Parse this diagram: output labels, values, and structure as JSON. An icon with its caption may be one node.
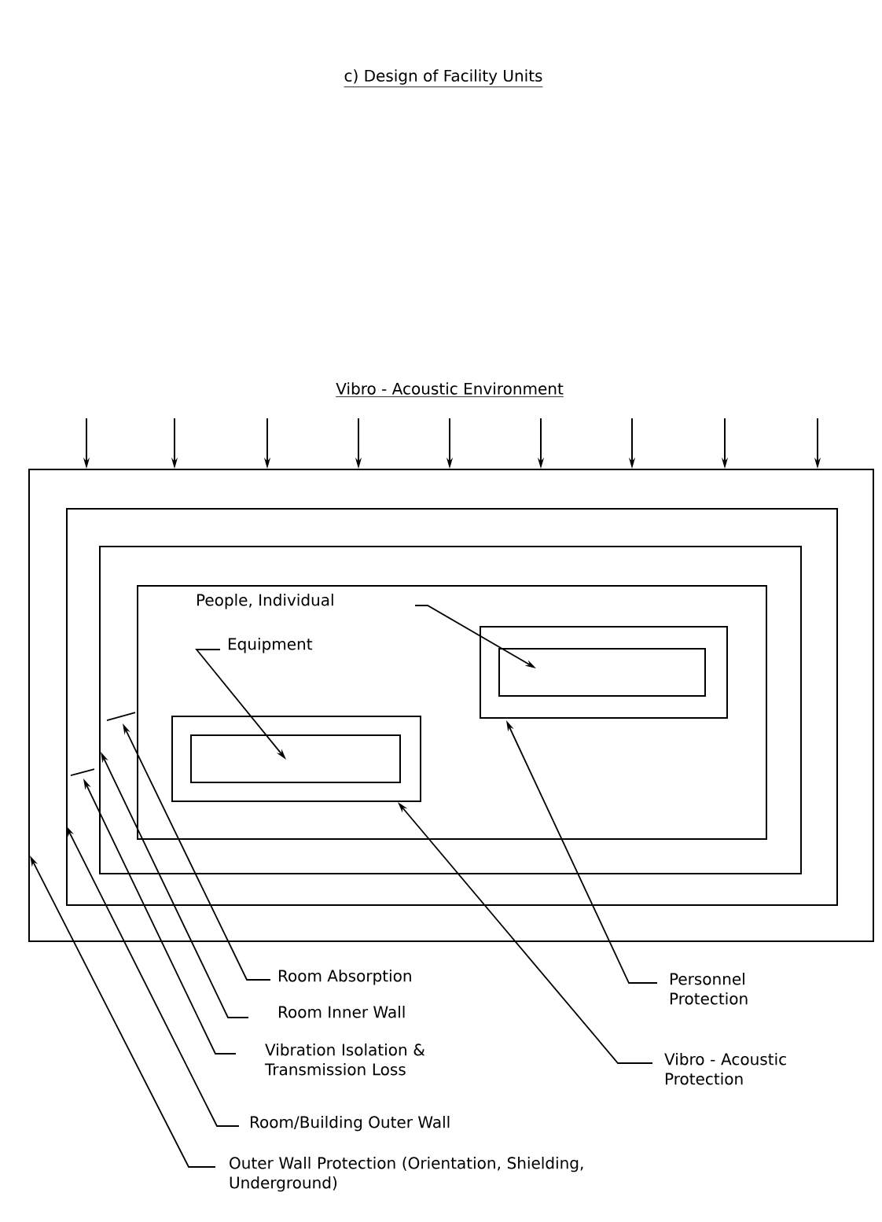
{
  "diagram": {
    "title": "c) Design of Facility Units",
    "nodes": [
      {
        "text": [],
        "shape": "box"
      },
      {
        "text": [],
        "shape": "box",
        "in": 0
      },
      {
        "text": [],
        "shape": "box",
        "in": 1
      },
      {
        "text": [],
        "shape": "box",
        "in": 2
      },
      {
        "text": [
          "People, Individual"
        ],
        "in": 3
      },
      {
        "text": [
          "Equipment"
        ],
        "in": 3
      },
      {
        "text": [],
        "shape": "box",
        "in": 3
      },
      {
        "text": [],
        "shape": "box",
        "in": 6
      },
      {
        "text": [],
        "shape": "box",
        "in": 3
      },
      {
        "text": [],
        "shape": "box",
        "in": 8
      },
      {
        "text": [
          "Room Absorption"
        ]
      },
      {
        "text": [
          "Personnel Protection"
        ]
      },
      {
        "text": [
          "Room Inner Wall"
        ]
      },
      {
        "text": [
          "Vibration Isolation & Transmission Loss"
        ]
      },
      {
        "text": [
          "Vibro - Acoustic Protection"
        ]
      },
      {
        "text": [
          "Room/Building Outer Wall"
        ]
      },
      {
        "text": [
          "Outer Wall Protection (Orientation, Shielding, Underground)"
        ]
      }
    ],
    "edges": [
      {
        "from": null,
        "to": 0,
        "arrow": "to"
      },
      {
        "from": null,
        "to": 0,
        "arrow": "to"
      },
      {
        "from": null,
        "to": 0,
        "arrow": "to"
      },
      {
        "from": null,
        "to": 0,
        "arrow": "to"
      },
      {
        "from": null,
        "to": 0,
        "arrow": "to"
      },
      {
        "from": null,
        "to": 0,
        "arrow": "to"
      },
      {
        "from": null,
        "to": 0,
        "arrow": "to"
      },
      {
        "from": null,
        "to": 0,
        "arrow": "to"
      },
      {
        "from": null,
        "to": 0,
        "arrow": "to"
      },
      {
        "from": 4,
        "to": 7,
        "arrow": "to"
      },
      {
        "from": 5,
        "to": 9,
        "arrow": "to"
      },
      {
        "from": 10,
        "to": 3,
        "arrow": "to"
      },
      {
        "from": 11,
        "to": 6,
        "arrow": "to"
      },
      {
        "from": 12,
        "to": 2,
        "arrow": "to"
      },
      {
        "from": 13,
        "to": 2,
        "arrow": "to"
      },
      {
        "from": 14,
        "to": 8,
        "arrow": "to"
      },
      {
        "from": 15,
        "to": 1,
        "arrow": "to"
      },
      {
        "from": 16,
        "to": 0,
        "arrow": "to"
      }
    ],
    "labels": [
      "Vibro - Acoustic Environment"
    ]
  }
}
